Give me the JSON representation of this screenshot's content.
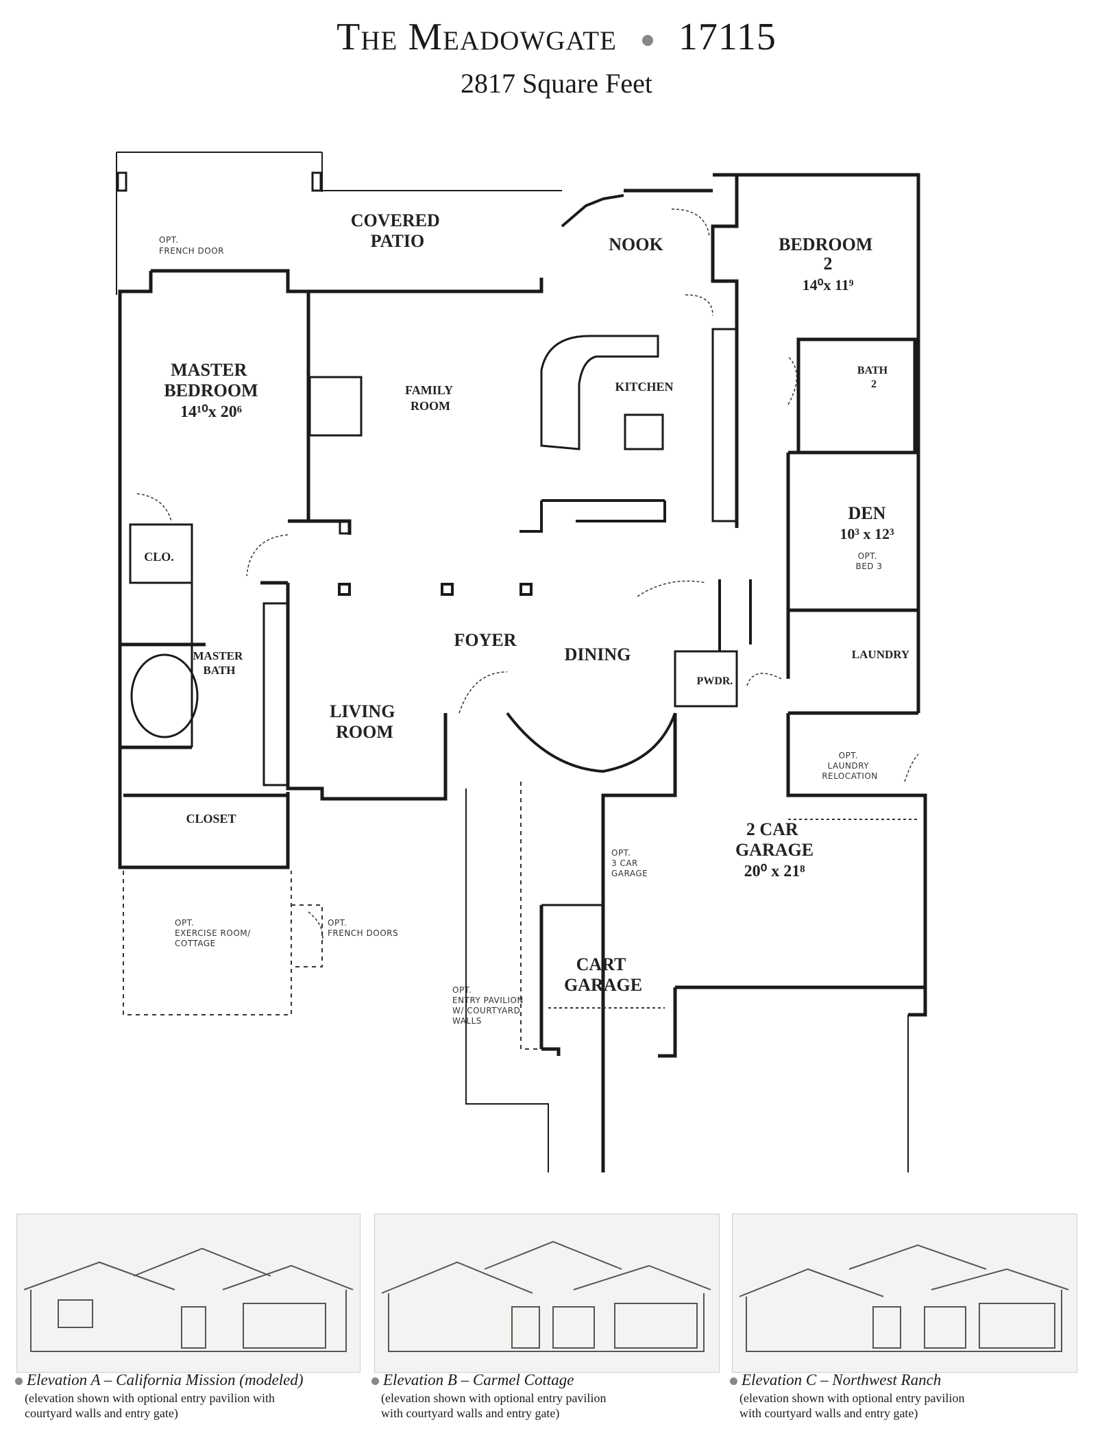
{
  "header": {
    "title_the": "The",
    "title_name": "Meadowgate",
    "plan_number": "17115",
    "square_feet": "2817 Square Feet"
  },
  "rooms": {
    "covered_patio": [
      "COVERED",
      "PATIO"
    ],
    "nook": "NOOK",
    "bedroom2": [
      "BEDROOM",
      "2"
    ],
    "bedroom2_dim": "14⁰x 11⁹",
    "master_bedroom": [
      "MASTER",
      "BEDROOM"
    ],
    "master_bedroom_dim": "14¹⁰x 20⁶",
    "family_room": [
      "FAMILY",
      "ROOM"
    ],
    "kitchen": "KITCHEN",
    "bath2": [
      "BATH",
      "2"
    ],
    "den": "DEN",
    "den_dim": "10³ x 12³",
    "clo": "CLO.",
    "foyer": "FOYER",
    "dining": "DINING",
    "master_bath": [
      "MASTER",
      "BATH"
    ],
    "laundry": "LAUNDRY",
    "pwdr": "PWDR.",
    "living_room": [
      "LIVING",
      "ROOM"
    ],
    "closet": "CLOSET",
    "garage": [
      "2 CAR",
      "GARAGE"
    ],
    "garage_dim": "20⁰ x 21⁸",
    "cart_garage": [
      "CART",
      "GARAGE"
    ]
  },
  "notes": {
    "opt_french_door": [
      "OPT.",
      "FRENCH DOOR"
    ],
    "opt_bed3": [
      "OPT.",
      "BED 3"
    ],
    "opt_laundry_relocation": [
      "OPT.",
      "LAUNDRY",
      "RELOCATION"
    ],
    "opt_3car_garage": [
      "OPT.",
      "3 CAR",
      "GARAGE"
    ],
    "opt_exercise_room": [
      "OPT.",
      "EXERCISE ROOM/",
      "COTTAGE"
    ],
    "opt_french_doors": [
      "OPT.",
      "FRENCH DOORS"
    ],
    "opt_entry_pavilion": [
      "OPT.",
      "ENTRY PAVILION",
      "W/ COURTYARD",
      "WALLS"
    ]
  },
  "elevations": [
    {
      "title": "Elevation A – California Mission (modeled)",
      "note": [
        "(elevation shown with optional entry pavilion with",
        "courtyard walls and entry gate)"
      ]
    },
    {
      "title": "Elevation B – Carmel Cottage",
      "note": [
        "(elevation shown with optional entry pavilion",
        "with courtyard walls and entry gate)"
      ]
    },
    {
      "title": "Elevation C – Northwest Ranch",
      "note": [
        "(elevation shown with optional entry pavilion",
        "with courtyard walls and entry gate)"
      ]
    }
  ],
  "colors": {
    "wall": "#1a1a1a",
    "bullet": "#888888",
    "sketch_bg": "#f3f3f1"
  }
}
